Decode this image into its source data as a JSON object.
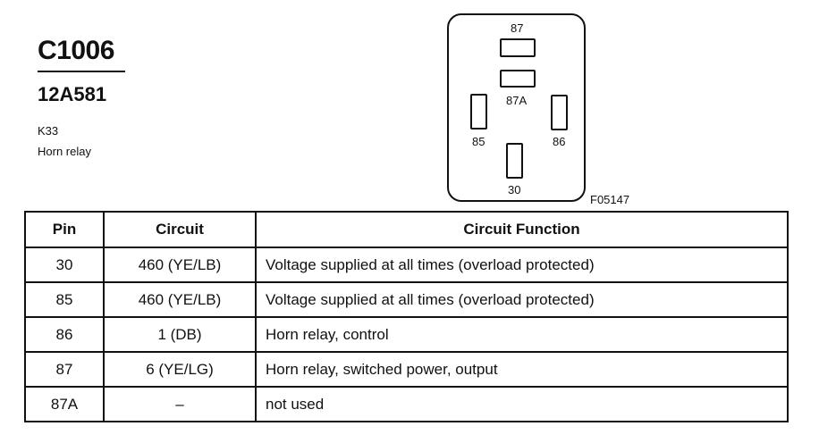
{
  "header": {
    "connector_id": "C1006",
    "part_number": "12A581",
    "ref_code": "K33",
    "component_name": "Horn relay"
  },
  "diagram": {
    "pins": [
      "87",
      "87A",
      "85",
      "86",
      "30"
    ],
    "figure_code": "F05147"
  },
  "table": {
    "headers": [
      "Pin",
      "Circuit",
      "Circuit Function"
    ],
    "rows": [
      {
        "pin": "30",
        "circuit": "460 (YE/LB)",
        "function": "Voltage supplied at all times (overload protected)"
      },
      {
        "pin": "85",
        "circuit": "460 (YE/LB)",
        "function": "Voltage supplied at all times (overload protected)"
      },
      {
        "pin": "86",
        "circuit": "1 (DB)",
        "function": "Horn relay, control"
      },
      {
        "pin": "87",
        "circuit": "6 (YE/LG)",
        "function": "Horn relay, switched power, output"
      },
      {
        "pin": "87A",
        "circuit": "–",
        "function": "not used"
      }
    ]
  }
}
